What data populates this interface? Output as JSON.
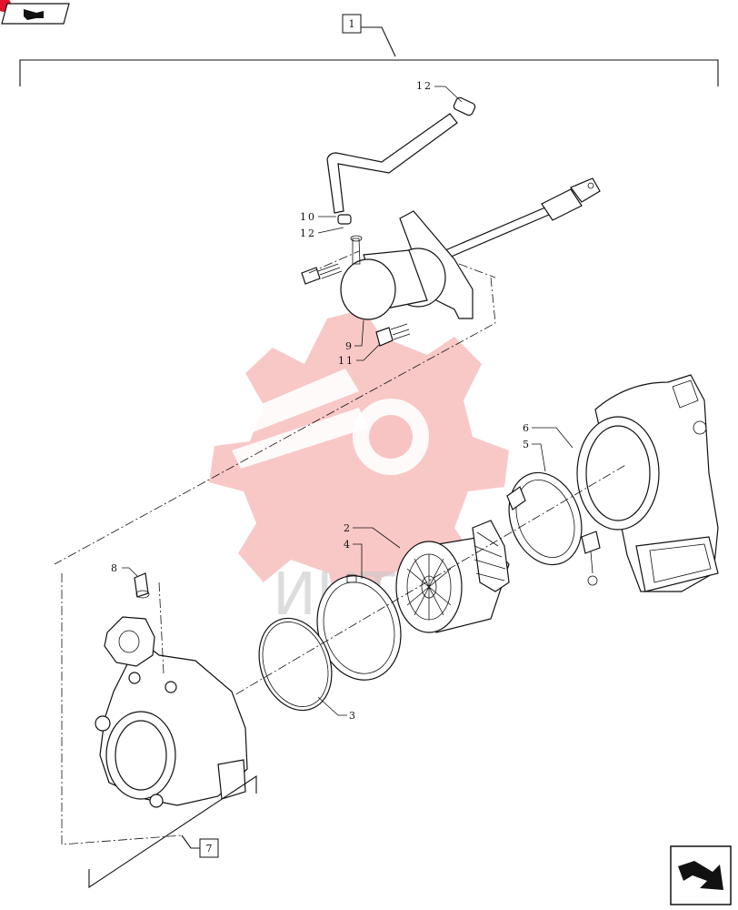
{
  "assembly_labels": {
    "main": "1",
    "sub": "7"
  },
  "callouts": {
    "c12_top": "12",
    "c10": "10",
    "c12_mid": "12",
    "c9": "9",
    "c11": "11",
    "c6": "6",
    "c5": "5",
    "c2": "2",
    "c4": "4",
    "c8": "8",
    "c3": "3"
  },
  "watermark": {
    "text": "ИНТЕ",
    "color": "#e53935"
  },
  "icons": {
    "top_left": "back-arrow-icon",
    "bottom_right": "next-page-arrow-icon"
  }
}
